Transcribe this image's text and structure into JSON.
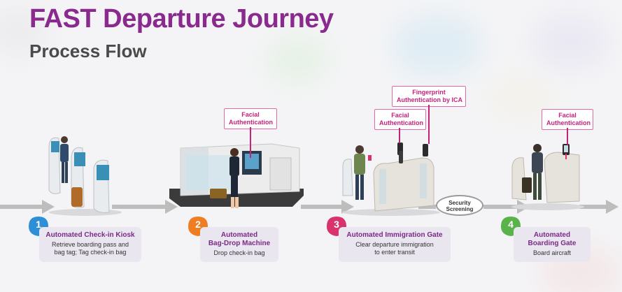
{
  "header": {
    "title": "FAST Departure Journey",
    "subtitle": "Process Flow"
  },
  "colors": {
    "title": "#8a2a8e",
    "subtitle": "#4a4a4a",
    "tag_border": "#e06aa6",
    "tag_text": "#c4237a",
    "step_box": "#eae6ef",
    "flow_arrow": "#bdbdbd",
    "badge_1": "#2f8fd6",
    "badge_2": "#ef7d22",
    "badge_3": "#d9336b",
    "badge_4": "#5ab34a"
  },
  "tags": {
    "facial": "Facial\nAuthentication",
    "fingerprint": "Fingerprint\nAuthentication by ICA"
  },
  "security": {
    "label_line1": "Security",
    "label_line2": "Screening"
  },
  "steps": [
    {
      "number": "1",
      "title": "Automated Check-in Kiosk",
      "desc_line1": "Retrieve boarding pass and",
      "desc_line2": "bag tag; Tag check-in bag",
      "badge_color": "#2f8fd6"
    },
    {
      "number": "2",
      "title_line1": "Automated",
      "title_line2": "Bag-Drop Machine",
      "desc_line1": "Drop check-in bag",
      "badge_color": "#ef7d22"
    },
    {
      "number": "3",
      "title": "Automated Immigration Gate",
      "desc_line1": "Clear departure immigration",
      "desc_line2": "to enter transit",
      "badge_color": "#d9336b"
    },
    {
      "number": "4",
      "title_line1": "Automated",
      "title_line2": "Boarding Gate",
      "desc_line1": "Board aircraft",
      "badge_color": "#5ab34a"
    }
  ]
}
